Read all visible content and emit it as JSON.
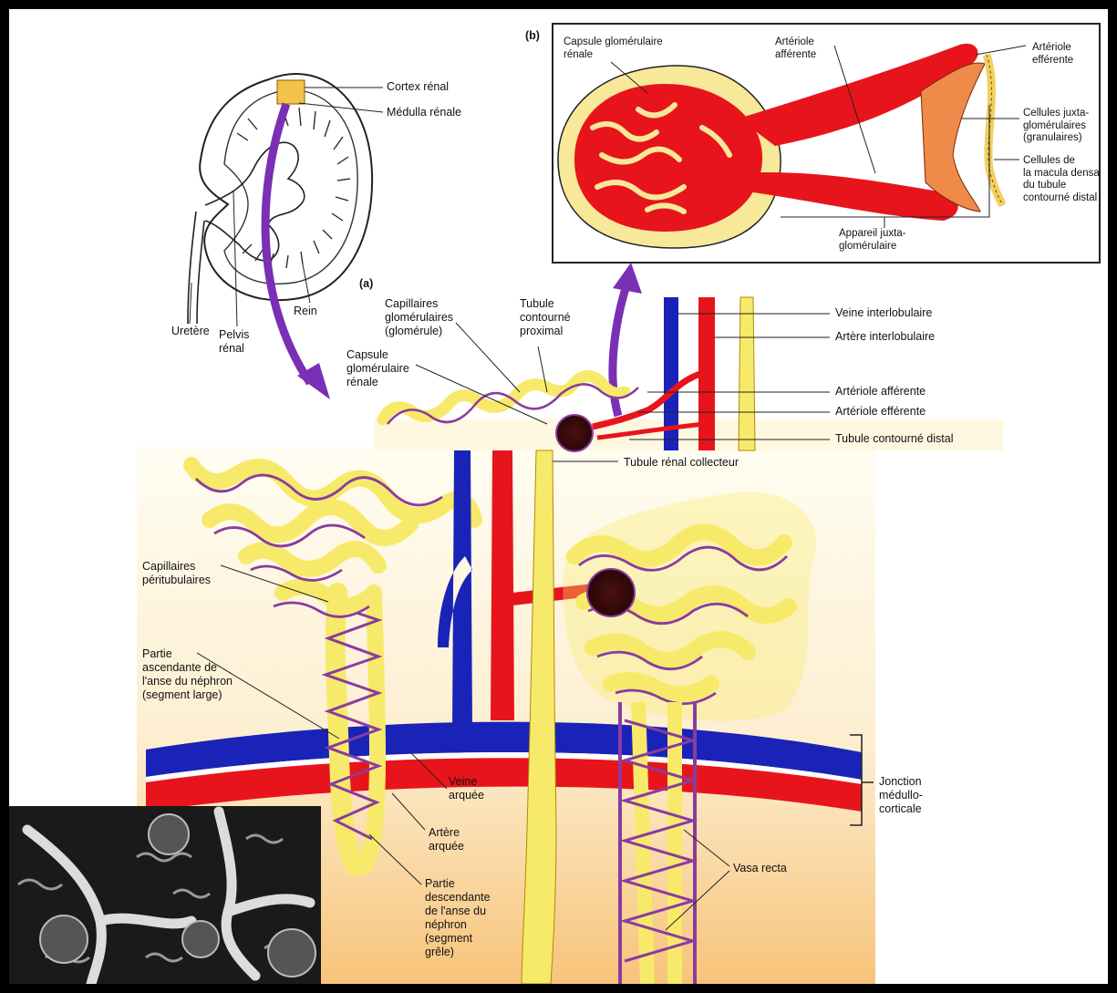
{
  "panel_a": "(a)",
  "panel_b": "(b)",
  "kidney": {
    "cortex": "Cortex rénal",
    "medulla": "Médulla rénale",
    "rein": "Rein",
    "uretere": "Uretère",
    "pelvis": "Pelvis\nrénal"
  },
  "inset_b": {
    "capsule": "Capsule glomérulaire\nrénale",
    "afferente": "Artériole\nafférente",
    "efferente": "Artériole\nefférente",
    "juxta_cells": "Cellules juxta-\nglomérulaires\n(granulaires)",
    "macula": "Cellules de\nla macula densa\ndu tubule\ncontourné distal",
    "appareil": "Appareil juxta-\nglomérulaire"
  },
  "nephron": {
    "capillaires_glom": "Capillaires\nglomérulaires\n(glomérule)",
    "tubule_proximal": "Tubule\ncontourné\nproximal",
    "capsule_renale": "Capsule\nglomérulaire\nrénale",
    "veine_interlob": "Veine interlobulaire",
    "artere_interlob": "Artère interlobulaire",
    "arteriole_aff": "Artériole afférente",
    "arteriole_eff": "Artériole efférente",
    "tubule_distal": "Tubule contourné distal",
    "tubule_collecteur": "Tubule rénal collecteur",
    "capillaires_peri": "Capillaires\npéritubulaires",
    "partie_asc": "Partie\nascendante de\nl'anse du néphron\n(segment large)",
    "veine_arquee": "Veine\narquée",
    "artere_arquee": "Artère\narquée",
    "partie_desc": "Partie\ndescendante\nde l'anse du\nnéphron\n(segment\ngrêle)",
    "jonction": "Jonction\nmédullo-\ncorticale",
    "vasa_recta": "Vasa recta"
  },
  "colors": {
    "artery": "#e8141c",
    "vein": "#1a23b8",
    "tubule": "#f7ea6a",
    "capillary": "#8a3c9e",
    "arrow": "#7a2fb5",
    "glomerulus_bg": "#f9e27a"
  }
}
